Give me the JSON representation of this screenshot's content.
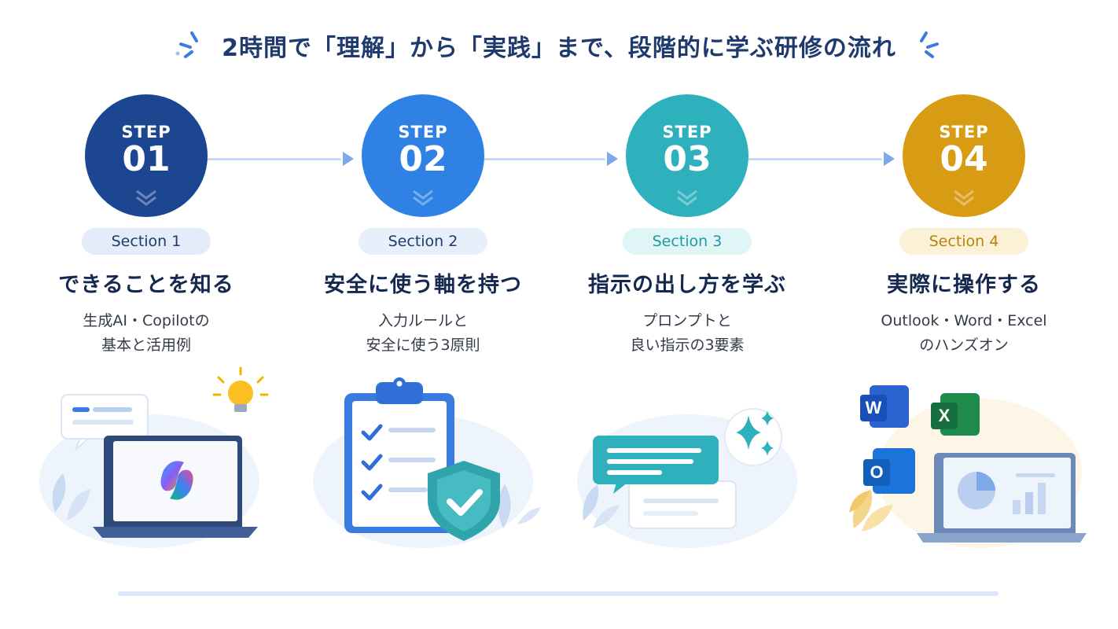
{
  "title": "2時間で「理解」から「実践」まで、段階的に学ぶ研修の流れ",
  "colors": {
    "step1": "#1c4690",
    "step2": "#2f82e4",
    "step3": "#2fb0bd",
    "step4": "#d89c14",
    "heading": "#15284f",
    "connector": "#c7dbf5"
  },
  "steps": [
    {
      "step_label": "STEP",
      "number": "01",
      "section": "Section 1",
      "heading": "できることを知る",
      "desc_line1": "生成AI・Copilotの",
      "desc_line2": "基本と活用例",
      "icon": "laptop-copilot-icon"
    },
    {
      "step_label": "STEP",
      "number": "02",
      "section": "Section 2",
      "heading": "安全に使う軸を持つ",
      "desc_line1": "入力ルールと",
      "desc_line2": "安全に使う3原則",
      "icon": "clipboard-shield-icon"
    },
    {
      "step_label": "STEP",
      "number": "03",
      "section": "Section 3",
      "heading": "指示の出し方を学ぶ",
      "desc_line1": "プロンプトと",
      "desc_line2": "良い指示の3要素",
      "icon": "prompt-chat-icon"
    },
    {
      "step_label": "STEP",
      "number": "04",
      "section": "Section 4",
      "heading": "実際に操作する",
      "desc_line1": "Outlook・Word・Excel",
      "desc_line2": "のハンズオン",
      "icon": "office-apps-icon"
    }
  ],
  "app_letters": {
    "word": "W",
    "excel": "X",
    "outlook": "O"
  }
}
